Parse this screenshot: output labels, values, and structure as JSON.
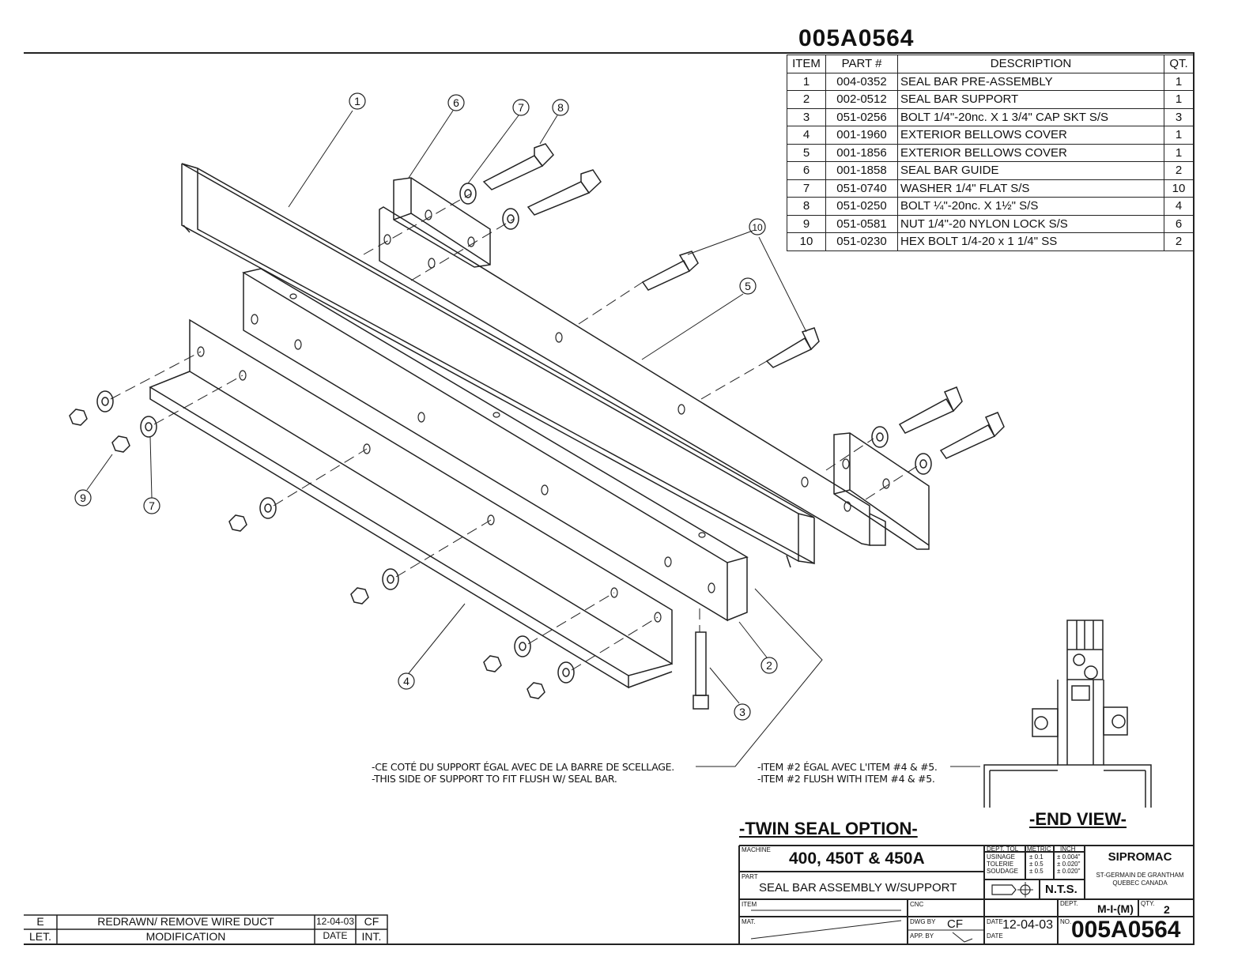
{
  "drawing_number_top": "005A0564",
  "bom": {
    "headers": {
      "item": "ITEM",
      "part": "PART #",
      "description": "DESCRIPTION",
      "qty": "QT."
    },
    "rows": [
      {
        "item": "1",
        "part": "004-0352",
        "description": "SEAL BAR PRE-ASSEMBLY",
        "qty": "1"
      },
      {
        "item": "2",
        "part": "002-0512",
        "description": "SEAL BAR SUPPORT",
        "qty": "1"
      },
      {
        "item": "3",
        "part": "051-0256",
        "description": "BOLT 1/4\"-20nc. X 1 3/4\" CAP SKT S/S",
        "qty": "3"
      },
      {
        "item": "4",
        "part": "001-1960",
        "description": "EXTERIOR BELLOWS COVER",
        "qty": "1"
      },
      {
        "item": "5",
        "part": "001-1856",
        "description": "EXTERIOR BELLOWS COVER",
        "qty": "1"
      },
      {
        "item": "6",
        "part": "001-1858",
        "description": "SEAL BAR GUIDE",
        "qty": "2"
      },
      {
        "item": "7",
        "part": "051-0740",
        "description": "WASHER 1/4\" FLAT S/S",
        "qty": "10"
      },
      {
        "item": "8",
        "part": "051-0250",
        "description": "BOLT ¼\"-20nc. X 1½\" S/S",
        "qty": "4"
      },
      {
        "item": "9",
        "part": "051-0581",
        "description": "NUT 1/4\"-20 NYLON LOCK S/S",
        "qty": "6"
      },
      {
        "item": "10",
        "part": "051-0230",
        "description": "HEX BOLT 1/4-20 x 1 1/4\" SS",
        "qty": "2"
      }
    ]
  },
  "callouts": [
    "1",
    "2",
    "3",
    "4",
    "5",
    "6",
    "7",
    "8",
    "9",
    "10"
  ],
  "notes": {
    "left_fr": "-CE COTÉ DU SUPPORT ÉGAL AVEC DE LA BARRE DE SCELLAGE.",
    "left_en": "-THIS SIDE OF SUPPORT TO FIT FLUSH W/ SEAL BAR.",
    "right_fr": "-ITEM #2 ÉGAL AVEC L'ITEM #4 & #5.",
    "right_en": "-ITEM #2 FLUSH WITH ITEM #4 & #5."
  },
  "views": {
    "main": "-TWIN SEAL OPTION-",
    "end": "-END VIEW-"
  },
  "title_block": {
    "machine_label": "MACHINE",
    "machine": "400, 450T & 450A",
    "part_label": "PART",
    "part": "SEAL BAR ASSEMBLY W/SUPPORT",
    "item_label": "ITEM",
    "mat_label": "MAT.",
    "cnc_label": "CNC",
    "dwg_by_label": "DWG BY",
    "dwg_by": "CF",
    "app_by_label": "APP. BY",
    "date_label": "DATE",
    "date": "12-04-03",
    "tol_header": [
      "DEPT. TOL",
      "METRIC",
      "INCH"
    ],
    "tol_rows": [
      [
        "USINAGE",
        "± 0.1",
        "± 0.004\""
      ],
      [
        "TOLERIE",
        "± 0.5",
        "± 0.020\""
      ],
      [
        "SOUDAGE",
        "± 0.5",
        "± 0.020\""
      ]
    ],
    "scale": "N.T.S.",
    "company": "SIPROMAC",
    "company_location": "ST-GERMAIN DE GRANTHAM QUEBEC CANADA",
    "dept_label": "DEPT.",
    "dept": "M-I-(M)",
    "qty_label": "QTY.",
    "qty": "2",
    "no_label": "NO.",
    "number": "005A0564"
  },
  "revision": {
    "letter": "E",
    "modification": "REDRAWN/ REMOVE WIRE DUCT",
    "date": "12-04-03",
    "initials": "CF",
    "headers": {
      "letter": "LET.",
      "modification": "MODIFICATION",
      "date": "DATE",
      "initials": "INT."
    }
  }
}
